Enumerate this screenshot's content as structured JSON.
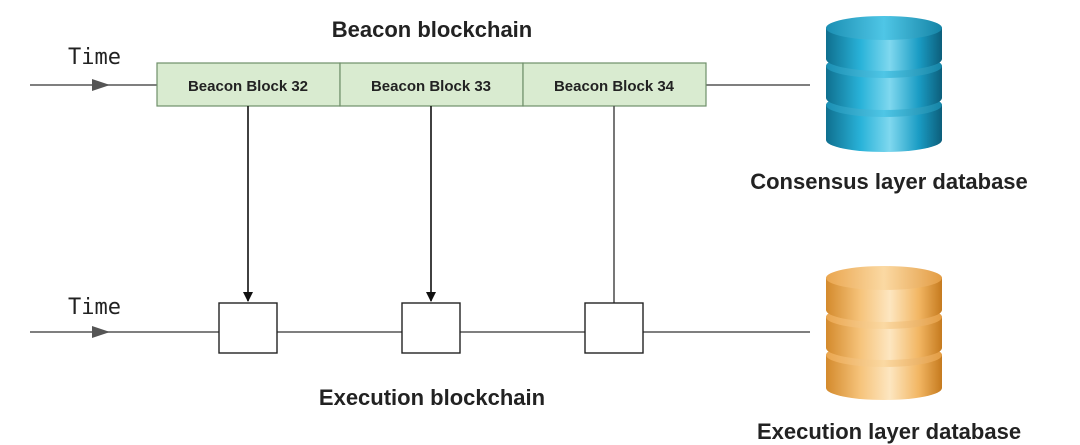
{
  "beacon_chain": {
    "title": "Beacon blockchain",
    "time_label": "Time",
    "blocks": [
      {
        "label": "Beacon Block 32"
      },
      {
        "label": "Beacon Block 33"
      },
      {
        "label": "Beacon Block 34"
      }
    ]
  },
  "execution_chain": {
    "title": "Execution blockchain",
    "time_label": "Time"
  },
  "databases": {
    "consensus": {
      "label": "Consensus layer database",
      "color": "#1a9cc4"
    },
    "execution": {
      "label": "Execution layer database",
      "color": "#f2b663"
    }
  },
  "colors": {
    "block_fill": "#d9ebd0",
    "block_border": "#6f8f6a"
  }
}
